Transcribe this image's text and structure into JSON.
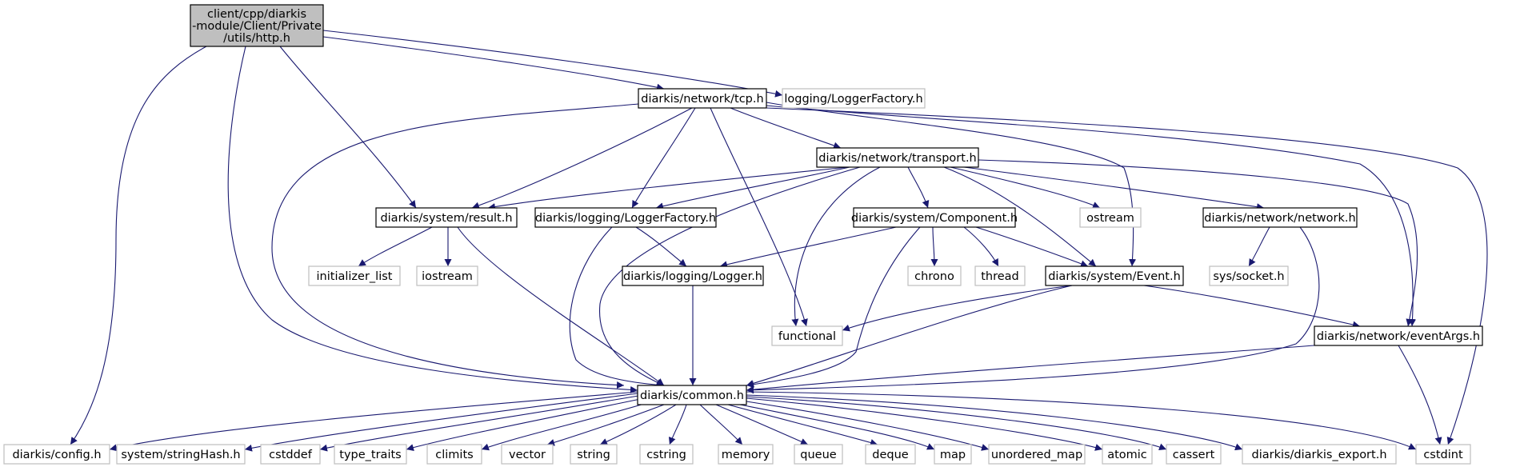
{
  "diagram": {
    "nodes": {
      "http_h": {
        "label_lines": [
          "client/cpp/diarkis",
          "-module/Client/Private",
          "/utils/http.h"
        ],
        "kind": "root"
      },
      "tcp_h": {
        "label": "diarkis/network/tcp.h",
        "kind": "documented"
      },
      "loggerfactory_ext": {
        "label": "logging/LoggerFactory.h",
        "kind": "external"
      },
      "transport_h": {
        "label": "diarkis/network/transport.h",
        "kind": "documented"
      },
      "result_h": {
        "label": "diarkis/system/result.h",
        "kind": "documented"
      },
      "logging_loggerfactory_h": {
        "label": "diarkis/logging/LoggerFactory.h",
        "kind": "documented"
      },
      "component_h": {
        "label": "diarkis/system/Component.h",
        "kind": "documented"
      },
      "ostream": {
        "label": "ostream",
        "kind": "external"
      },
      "network_h": {
        "label": "diarkis/network/network.h",
        "kind": "documented"
      },
      "initializer_list": {
        "label": "initializer_list",
        "kind": "external"
      },
      "iostream": {
        "label": "iostream",
        "kind": "external"
      },
      "logger_h": {
        "label": "diarkis/logging/Logger.h",
        "kind": "documented"
      },
      "chrono": {
        "label": "chrono",
        "kind": "external"
      },
      "thread": {
        "label": "thread",
        "kind": "external"
      },
      "event_h": {
        "label": "diarkis/system/Event.h",
        "kind": "documented"
      },
      "sys_socket": {
        "label": "sys/socket.h",
        "kind": "external"
      },
      "functional": {
        "label": "functional",
        "kind": "external"
      },
      "eventargs_h": {
        "label": "diarkis/network/eventArgs.h",
        "kind": "documented"
      },
      "common_h": {
        "label": "diarkis/common.h",
        "kind": "documented"
      },
      "config_h": {
        "label": "diarkis/config.h",
        "kind": "external"
      },
      "stringhash_h": {
        "label": "system/stringHash.h",
        "kind": "external"
      },
      "cstddef": {
        "label": "cstddef",
        "kind": "external"
      },
      "type_traits": {
        "label": "type_traits",
        "kind": "external"
      },
      "climits": {
        "label": "climits",
        "kind": "external"
      },
      "vector": {
        "label": "vector",
        "kind": "external"
      },
      "string": {
        "label": "string",
        "kind": "external"
      },
      "cstring": {
        "label": "cstring",
        "kind": "external"
      },
      "memory": {
        "label": "memory",
        "kind": "external"
      },
      "queue": {
        "label": "queue",
        "kind": "external"
      },
      "deque": {
        "label": "deque",
        "kind": "external"
      },
      "map": {
        "label": "map",
        "kind": "external"
      },
      "unordered_map": {
        "label": "unordered_map",
        "kind": "external"
      },
      "atomic": {
        "label": "atomic",
        "kind": "external"
      },
      "cassert": {
        "label": "cassert",
        "kind": "external"
      },
      "diarkis_export_h": {
        "label": "diarkis/diarkis_export.h",
        "kind": "external"
      },
      "cstdint": {
        "label": "cstdint",
        "kind": "external"
      }
    },
    "edges": [
      [
        "http_h",
        "tcp_h"
      ],
      [
        "http_h",
        "loggerfactory_ext"
      ],
      [
        "http_h",
        "result_h"
      ],
      [
        "http_h",
        "common_h"
      ],
      [
        "http_h",
        "config_h"
      ],
      [
        "tcp_h",
        "transport_h"
      ],
      [
        "tcp_h",
        "result_h"
      ],
      [
        "tcp_h",
        "logging_loggerfactory_h"
      ],
      [
        "tcp_h",
        "functional"
      ],
      [
        "tcp_h",
        "event_h"
      ],
      [
        "tcp_h",
        "eventargs_h"
      ],
      [
        "tcp_h",
        "common_h"
      ],
      [
        "tcp_h",
        "cstdint"
      ],
      [
        "transport_h",
        "result_h"
      ],
      [
        "transport_h",
        "logging_loggerfactory_h"
      ],
      [
        "transport_h",
        "component_h"
      ],
      [
        "transport_h",
        "ostream"
      ],
      [
        "transport_h",
        "network_h"
      ],
      [
        "transport_h",
        "event_h"
      ],
      [
        "transport_h",
        "functional"
      ],
      [
        "transport_h",
        "eventargs_h"
      ],
      [
        "transport_h",
        "common_h"
      ],
      [
        "result_h",
        "initializer_list"
      ],
      [
        "result_h",
        "iostream"
      ],
      [
        "result_h",
        "common_h"
      ],
      [
        "logging_loggerfactory_h",
        "logger_h"
      ],
      [
        "logging_loggerfactory_h",
        "common_h"
      ],
      [
        "component_h",
        "logger_h"
      ],
      [
        "component_h",
        "chrono"
      ],
      [
        "component_h",
        "thread"
      ],
      [
        "component_h",
        "event_h"
      ],
      [
        "component_h",
        "common_h"
      ],
      [
        "network_h",
        "sys_socket"
      ],
      [
        "network_h",
        "common_h"
      ],
      [
        "logger_h",
        "common_h"
      ],
      [
        "event_h",
        "functional"
      ],
      [
        "event_h",
        "eventargs_h"
      ],
      [
        "event_h",
        "common_h"
      ],
      [
        "eventargs_h",
        "common_h"
      ],
      [
        "eventargs_h",
        "cstdint"
      ],
      [
        "common_h",
        "config_h"
      ],
      [
        "common_h",
        "stringhash_h"
      ],
      [
        "common_h",
        "cstddef"
      ],
      [
        "common_h",
        "type_traits"
      ],
      [
        "common_h",
        "climits"
      ],
      [
        "common_h",
        "vector"
      ],
      [
        "common_h",
        "string"
      ],
      [
        "common_h",
        "cstring"
      ],
      [
        "common_h",
        "memory"
      ],
      [
        "common_h",
        "queue"
      ],
      [
        "common_h",
        "deque"
      ],
      [
        "common_h",
        "map"
      ],
      [
        "common_h",
        "unordered_map"
      ],
      [
        "common_h",
        "atomic"
      ],
      [
        "common_h",
        "cassert"
      ],
      [
        "common_h",
        "diarkis_export_h"
      ],
      [
        "common_h",
        "cstdint"
      ]
    ]
  },
  "colors": {
    "edge": "#191970",
    "root_fill": "#bfbfbf",
    "root_border": "#000000",
    "documented_border": "#000000",
    "external_border": "#bfbfbf",
    "node_fill": "#ffffff"
  }
}
